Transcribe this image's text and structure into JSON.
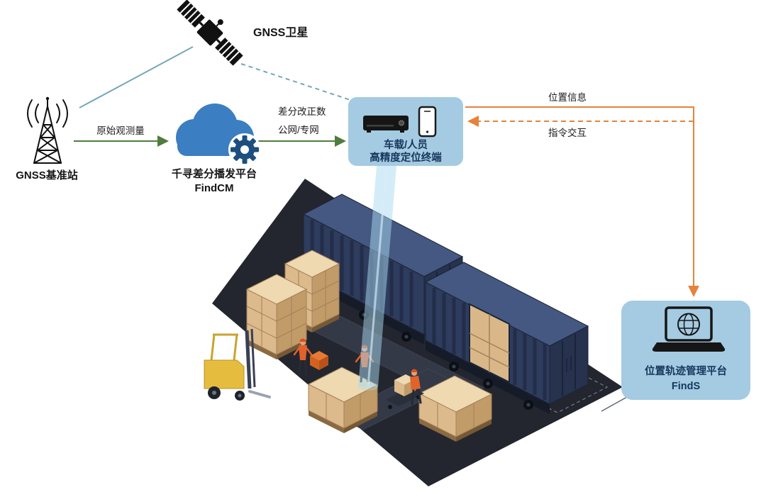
{
  "nodes": {
    "satellite": {
      "label": "GNSS卫星"
    },
    "base_station": {
      "label": "GNSS基准站"
    },
    "cloud_platform": {
      "line1": "千寻差分播发平台",
      "line2": "FindCM"
    },
    "terminal": {
      "line1": "车载/人员",
      "line2": "高精度定位终端"
    },
    "management_platform": {
      "line1": "位置轨迹管理平台",
      "line2": "FindS"
    }
  },
  "edges": {
    "raw_observation": "原始观测量",
    "corrections_line1": "差分改正数",
    "corrections_line2": "公网/专网",
    "position_info": "位置信息",
    "command_interaction": "指令交互"
  },
  "colors": {
    "panel_blue": "#a4cbe2",
    "cloud_blue": "#3b7ec2",
    "gear_blue": "#1d4f7e",
    "arrow_green": "#4f7d3c",
    "arrow_orange": "#e5833c",
    "link_teal": "#74a7b8",
    "panel_text_navy": "#17365d",
    "container_navy": "#2e3c5e",
    "floor_dark": "#23262e",
    "box_tan": "#dcba8c",
    "forklift_yellow": "#e6bc3e",
    "beam_blue": "#a9daf2",
    "vest_orange": "#e2622b"
  }
}
